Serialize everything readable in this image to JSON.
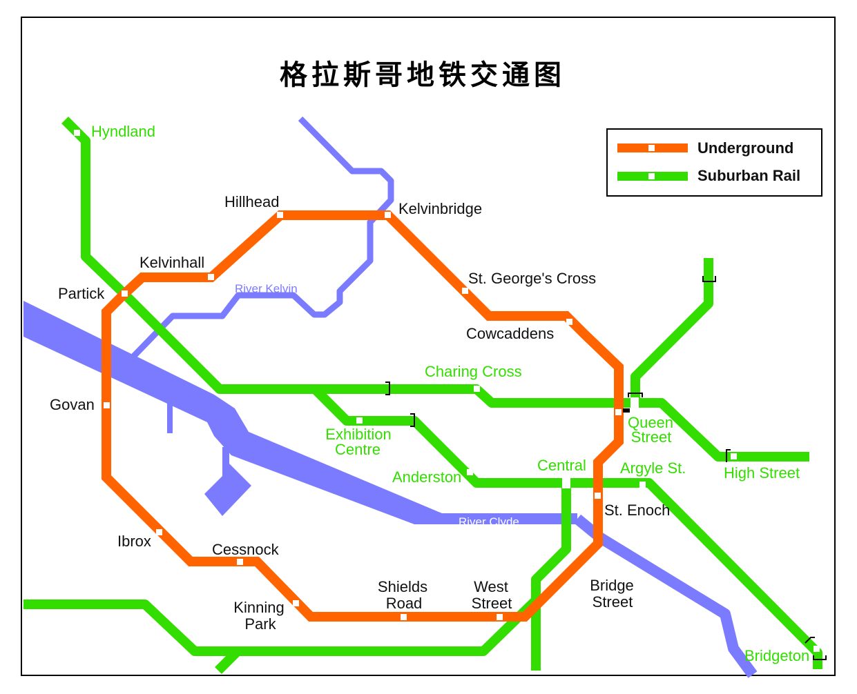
{
  "title": "格拉斯哥地铁交通图",
  "legend": {
    "underground": "Underground",
    "suburban_rail": "Suburban Rail"
  },
  "colors": {
    "underground": "#ff6400",
    "suburban": "#33dd00",
    "river": "#7b7bff",
    "station_marker": "#ffffff"
  },
  "rivers": {
    "kelvin": "River Kelvin",
    "clyde": "River Clyde"
  },
  "underground_stations": {
    "hillhead": "Hillhead",
    "kelvinbridge": "Kelvinbridge",
    "kelvinhall": "Kelvinhall",
    "st_georges_cross": "St. George's Cross",
    "partick": "Partick",
    "cowcaddens": "Cowcaddens",
    "govan": "Govan",
    "ibrox": "Ibrox",
    "cessnock": "Cessnock",
    "kinning_park_1": "Kinning",
    "kinning_park_2": "Park",
    "shields_road_1": "Shields",
    "shields_road_2": "Road",
    "west_street_1": "West",
    "west_street_2": "Street",
    "bridge_street_1": "Bridge",
    "bridge_street_2": "Street",
    "st_enoch": "St. Enoch",
    "buchanan_street_1": "Queen",
    "buchanan_street_2": "Street"
  },
  "suburban_stations": {
    "hyndland": "Hyndland",
    "charing_cross": "Charing Cross",
    "exhibition_centre_1": "Exhibition",
    "exhibition_centre_2": "Centre",
    "anderston": "Anderston",
    "central": "Central",
    "argyle_st": "Argyle St.",
    "high_street": "High Street",
    "bridgeton": "Bridgeton"
  }
}
